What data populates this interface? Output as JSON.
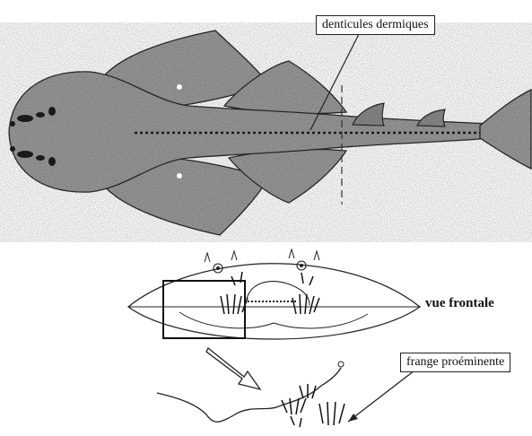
{
  "labels": {
    "denticles": "denticules dermiques",
    "frontal_view": "vue frontale",
    "fringe": "frange proéminente"
  }
}
